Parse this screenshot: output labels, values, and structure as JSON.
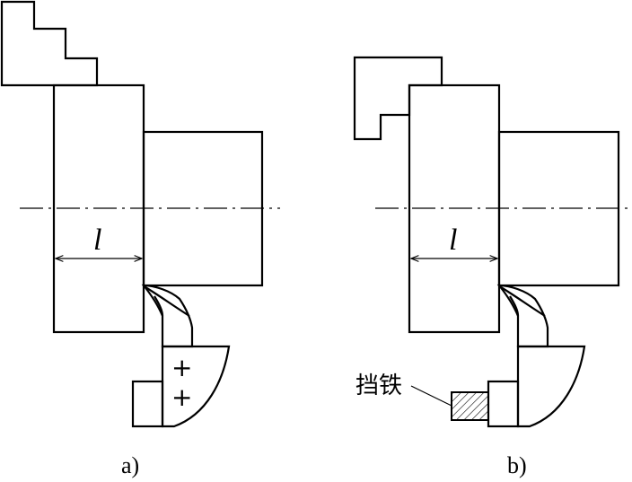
{
  "figure_a": {
    "dimension_label": "l",
    "caption": "a)",
    "marks": [
      "+",
      "+"
    ]
  },
  "figure_b": {
    "dimension_label": "l",
    "caption": "b)",
    "stop_label": "挡铁"
  }
}
